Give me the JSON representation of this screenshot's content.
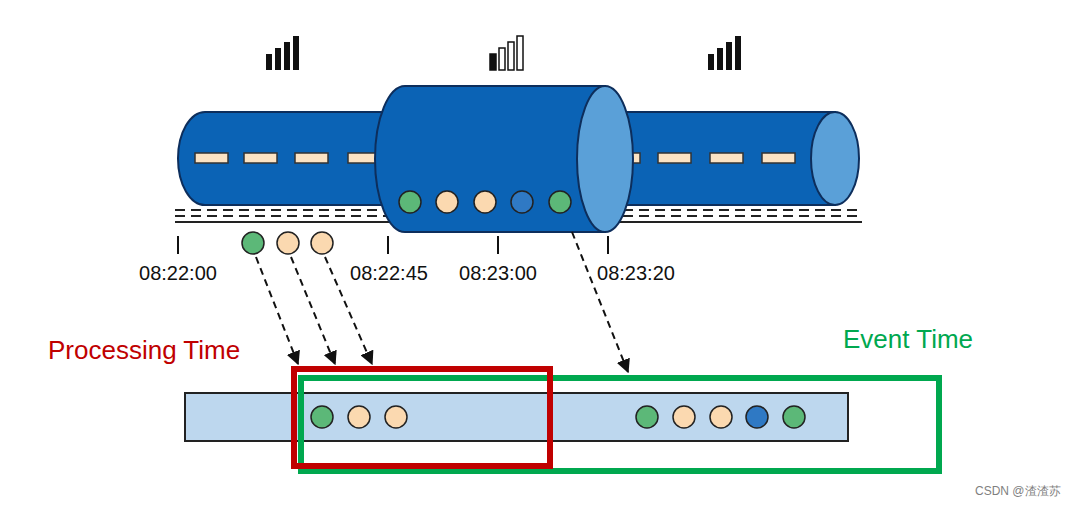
{
  "diagram": {
    "nodes": [
      {
        "text": [
          "Processing Time"
        ]
      },
      {
        "text": [
          "Event Time"
        ]
      }
    ],
    "labels": [
      "08:22:00",
      "08:22:45",
      "08:23:00",
      "08:23:20",
      "CSDN @渣渣苏"
    ]
  }
}
